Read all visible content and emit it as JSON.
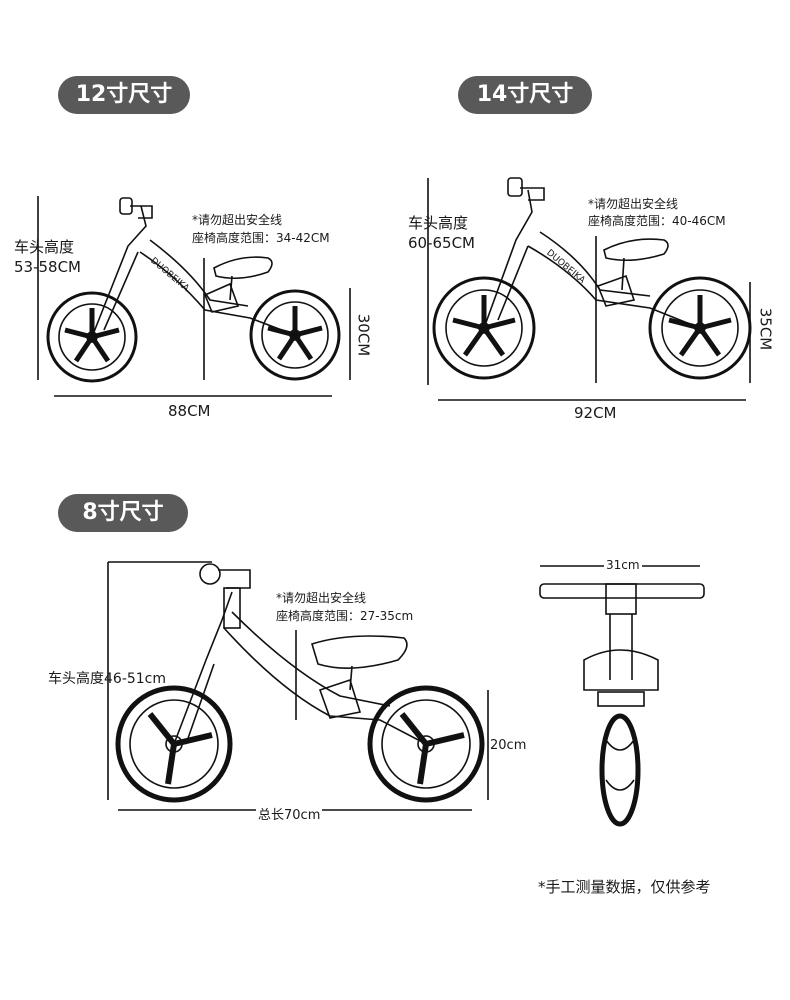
{
  "size12": {
    "title": "12寸尺寸",
    "head_height": "车头高度",
    "head_range": "53-58CM",
    "warning": "*请勿超出安全线",
    "seat_range": "座椅高度范围：34-42CM",
    "wheel_height": "30CM",
    "length": "88CM",
    "brand": "DUOBEIKA"
  },
  "size14": {
    "title": "14寸尺寸",
    "head_height": "车头高度",
    "head_range": "60-65CM",
    "warning": "*请勿超出安全线",
    "seat_range": "座椅高度范围：40-46CM",
    "wheel_height": "35CM",
    "length": "92CM",
    "brand": "DUOBEIKA"
  },
  "size8": {
    "title": "8寸尺寸",
    "head_height": "车头高度46-51cm",
    "warning": "*请勿超出安全线",
    "seat_range": "座椅高度范围：27-35cm",
    "wheel_height": "20cm",
    "length": "总长70cm",
    "handlebar_width": "31cm"
  },
  "footnote": "*手工测量数据，仅供参考"
}
